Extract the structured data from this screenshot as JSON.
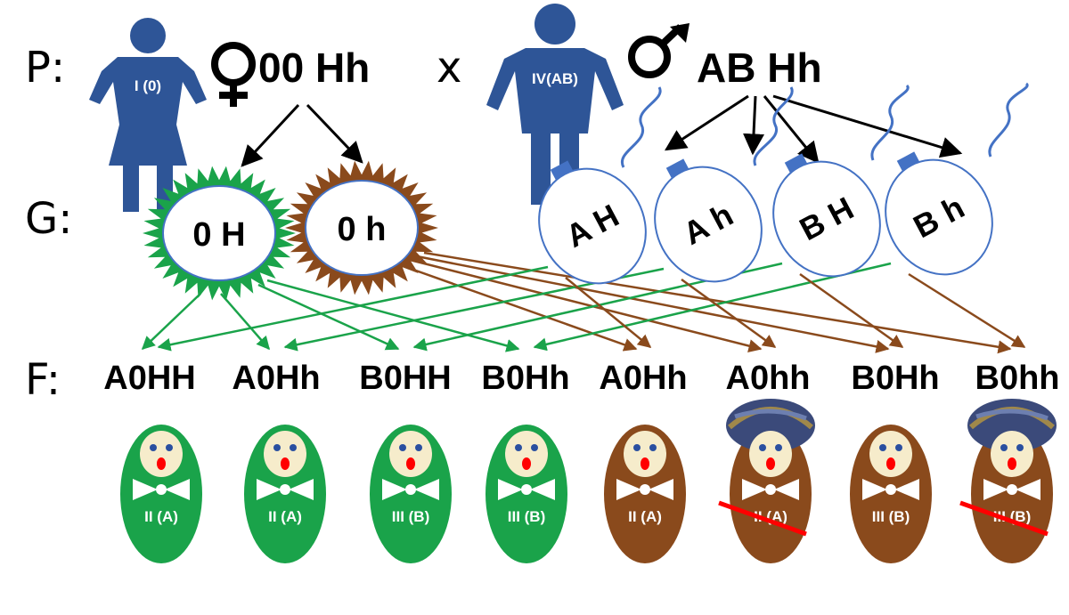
{
  "rows": {
    "p": "P:",
    "g": "G:",
    "f": "F:"
  },
  "cross": "x",
  "mother": {
    "symbol": "♀",
    "genotype": "00 Hh",
    "figure_label": "I (0)"
  },
  "father": {
    "symbol": "♂",
    "genotype": "AB Hh",
    "figure_label": "IV(AB)"
  },
  "eggs": [
    {
      "label": "0 H",
      "color": "#1aa34a"
    },
    {
      "label": "0 h",
      "color": "#8a4a1c"
    }
  ],
  "sperm": [
    {
      "label": "A H"
    },
    {
      "label": "A h"
    },
    {
      "label": "B H"
    },
    {
      "label": "B h"
    }
  ],
  "offspring": [
    {
      "genotype": "A0HH",
      "phenotype": "II (A)",
      "color": "#1aa34a",
      "turban": false,
      "crossed": false
    },
    {
      "genotype": "A0Hh",
      "phenotype": "II (A)",
      "color": "#1aa34a",
      "turban": false,
      "crossed": false
    },
    {
      "genotype": "B0HH",
      "phenotype": "III (B)",
      "color": "#1aa34a",
      "turban": false,
      "crossed": false
    },
    {
      "genotype": "B0Hh",
      "phenotype": "III (B)",
      "color": "#1aa34a",
      "turban": false,
      "crossed": false
    },
    {
      "genotype": "A0Hh",
      "phenotype": "II (A)",
      "color": "#8a4a1c",
      "turban": false,
      "crossed": false
    },
    {
      "genotype": "A0hh",
      "phenotype": "II (A)",
      "color": "#8a4a1c",
      "turban": true,
      "crossed": true
    },
    {
      "genotype": "B0Hh",
      "phenotype": "III (B)",
      "color": "#8a4a1c",
      "turban": false,
      "crossed": false
    },
    {
      "genotype": "B0hh",
      "phenotype": "III (B)",
      "color": "#8a4a1c",
      "turban": true,
      "crossed": true
    }
  ],
  "colors": {
    "figure": "#2e5597",
    "green": "#1aa34a",
    "brown": "#8a4a1c",
    "sperm_outline": "#4472c4",
    "cross_line": "#ff0000"
  }
}
